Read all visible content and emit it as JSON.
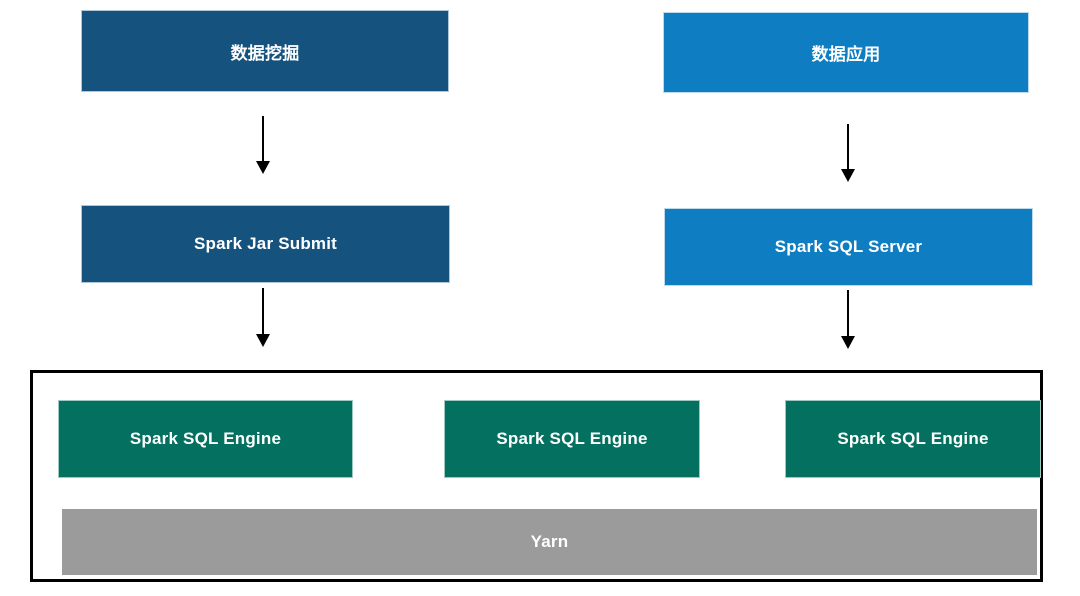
{
  "diagram": {
    "title": "Spark SQL architecture flow",
    "nodes": {
      "data_mining": {
        "label": "数据挖掘"
      },
      "data_application": {
        "label": "数据应用"
      },
      "spark_jar_submit": {
        "label": "Spark Jar Submit"
      },
      "spark_sql_server": {
        "label": "Spark SQL Server"
      },
      "engine_1": {
        "label": "Spark SQL Engine"
      },
      "engine_2": {
        "label": "Spark SQL Engine"
      },
      "engine_3": {
        "label": "Spark SQL Engine"
      },
      "yarn": {
        "label": "Yarn"
      }
    },
    "edges": [
      {
        "from": "data_mining",
        "to": "spark_jar_submit",
        "style": "arrow-down"
      },
      {
        "from": "data_application",
        "to": "spark_sql_server",
        "style": "arrow-down"
      },
      {
        "from": "spark_jar_submit",
        "to": "cluster",
        "style": "arrow-down"
      },
      {
        "from": "spark_sql_server",
        "to": "cluster",
        "style": "arrow-down"
      }
    ],
    "colors": {
      "dark_blue": "#15537E",
      "blue": "#0E7DC1",
      "teal": "#047060",
      "gray": "#9B9B9B",
      "cluster_border": "#000000",
      "arrow": "#000000",
      "text": "#FFFFFF",
      "background": "#FFFFFF"
    }
  }
}
